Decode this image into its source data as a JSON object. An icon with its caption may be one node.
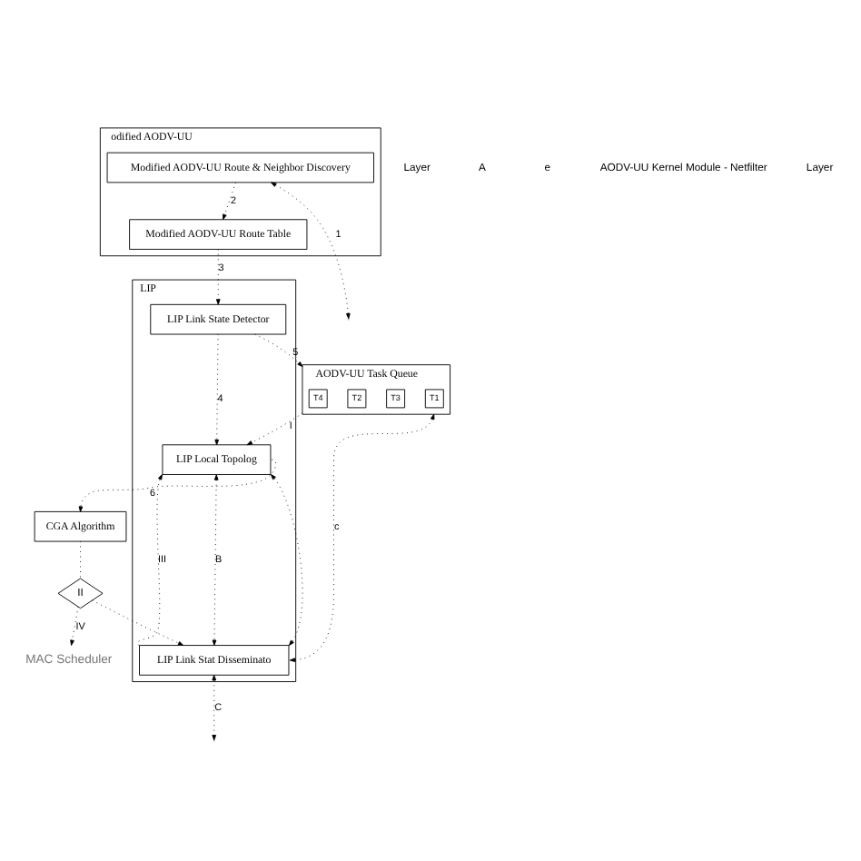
{
  "diagram": {
    "nodes": [
      {
        "text": [
          "odified AODV-UU"
        ]
      },
      {
        "text": [
          "Modified AODV-UU Route Table"
        ],
        "in": 0
      },
      {
        "text": [
          "Modified AODV-UU Route & Neighbor Discovery"
        ],
        "in": 0
      },
      {
        "text": [
          "AODV-UU Task Queue"
        ]
      },
      {
        "text": [
          "T4"
        ],
        "in": 3
      },
      {
        "text": [
          "T3"
        ],
        "in": 3
      },
      {
        "text": [
          "T2"
        ],
        "in": 3
      },
      {
        "text": [
          "T1"
        ],
        "in": 3
      },
      {
        "text": [
          "CGA Algorithm"
        ]
      },
      {
        "text": [
          "II"
        ]
      },
      {
        "text": [
          "LIP"
        ]
      },
      {
        "text": [
          "LIP Link State Detector"
        ],
        "in": 10
      },
      {
        "text": [
          "LIP Local Topolog"
        ],
        "in": 10
      },
      {
        "text": [
          "LIP Link Stat Disseminato"
        ],
        "in": 10
      },
      {
        "text": [
          "MAC Scheduler"
        ]
      }
    ],
    "edges": [
      {
        "from": 2,
        "to": 1,
        "arrow": "to",
        "label": "2"
      },
      {
        "from": 1,
        "to": 11,
        "arrow": "to",
        "label": "3"
      },
      {
        "from": 11,
        "to": 3,
        "arrow": "to",
        "label": "5"
      },
      {
        "from": 3,
        "to": 13,
        "arrow": "both",
        "label": "c"
      },
      {
        "from": 11,
        "to": 12,
        "arrow": "to",
        "label": "4"
      },
      {
        "from": 3,
        "to": 12,
        "arrow": "to",
        "label": "I"
      },
      {
        "from": 12,
        "to": 8,
        "arrow": "to",
        "label": "6"
      },
      {
        "from": 13,
        "to": 12,
        "arrow": "to",
        "label": "III"
      },
      {
        "from": 12,
        "to": 13,
        "arrow": "both",
        "label": "B"
      },
      {
        "from": 12,
        "to": 13,
        "arrow": "both"
      },
      {
        "from": 8,
        "to": 9,
        "arrow": "none"
      },
      {
        "from": 9,
        "to": 13,
        "arrow": "to"
      },
      {
        "from": 9,
        "to": 14,
        "arrow": "to",
        "label": "IV"
      },
      {
        "from": 2,
        "to": null,
        "arrow": "both",
        "label": "1"
      },
      {
        "from": 13,
        "to": null,
        "arrow": "both",
        "label": "C"
      }
    ],
    "labels": [
      "Layer",
      "A",
      "e",
      "AODV-UU Kernel Module - Netfilter",
      "Layer"
    ]
  }
}
